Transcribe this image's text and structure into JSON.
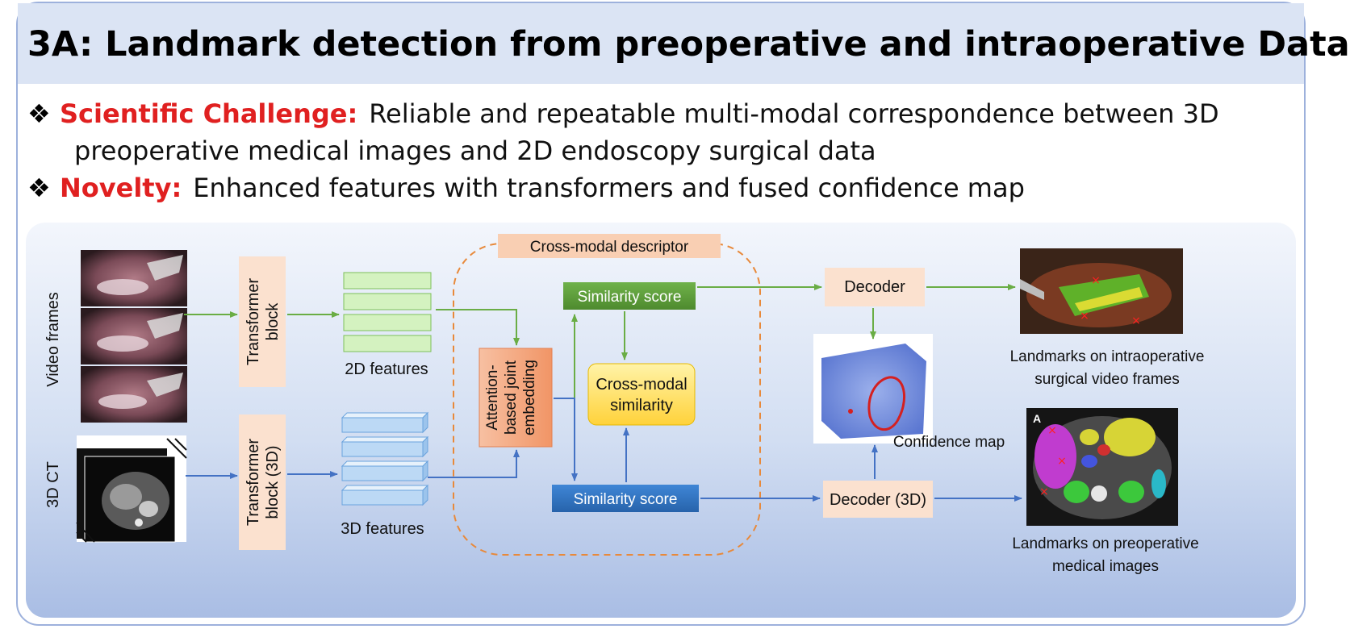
{
  "slide": {
    "title": "3A: Landmark detection from preoperative and intraoperative Data",
    "bullets": [
      {
        "marker": "❖",
        "heading": "Scientific Challenge:",
        "text_line1": "Reliable and repeatable multi-modal correspondence between 3D",
        "text_line2": "preoperative medical images and 2D endoscopy surgical data"
      },
      {
        "marker": "❖",
        "heading": "Novelty:",
        "text_line1": "Enhanced features with transformers and fused confidence map"
      }
    ]
  },
  "diagram": {
    "inputs": {
      "video_label": "Video frames",
      "ct_label": "3D CT"
    },
    "blocks": {
      "transformer_2d_line1": "Transformer",
      "transformer_2d_line2": "block",
      "transformer_3d_line1": "Transformer",
      "transformer_3d_line2": "block (3D)",
      "features_2d": "2D features",
      "features_3d": "3D features",
      "cross_modal_descriptor": "Cross-modal descriptor",
      "attention_line1": "Attention-",
      "attention_line2": "based joint",
      "attention_line3": "embedding",
      "similarity_top": "Similarity score",
      "similarity_bottom": "Similarity score",
      "cross_modal_sim_line1": "Cross-modal",
      "cross_modal_sim_line2": "similarity",
      "decoder": "Decoder",
      "decoder_3d": "Decoder (3D)",
      "confidence_map": "Confidence map"
    },
    "outputs": {
      "intraop_line1": "Landmarks on intraoperative",
      "intraop_line2": "surgical video frames",
      "preop_line1": "Landmarks on preoperative",
      "preop_line2": "medical images",
      "panel_letter": "A"
    },
    "colors": {
      "green_arrow": "#6aad45",
      "blue_arrow": "#4472c4",
      "orange_dash": "#e8893a",
      "peach_box": "#fbe1cf",
      "red_heading": "#e02020",
      "yellow_box": "#ffd83a"
    }
  }
}
